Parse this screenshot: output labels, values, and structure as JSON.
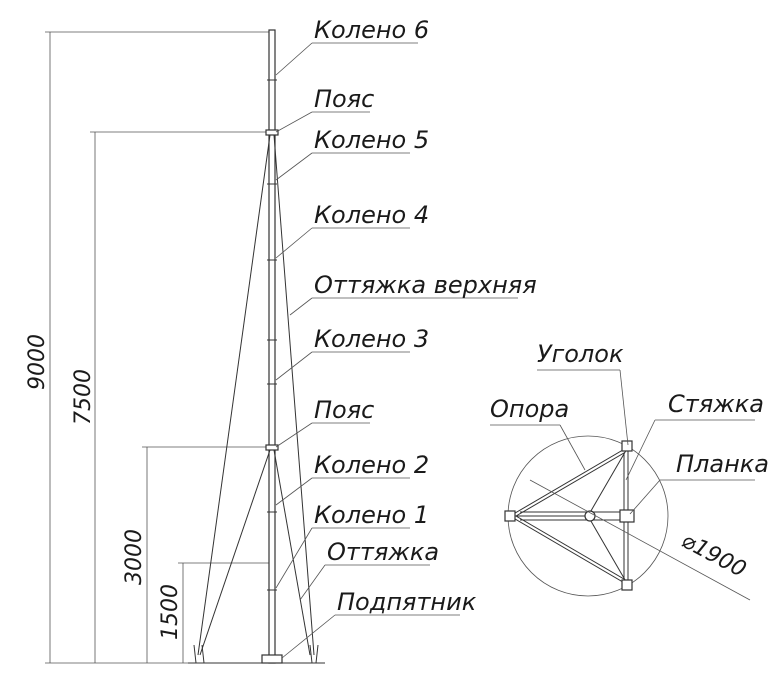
{
  "labels": {
    "koleno6": "Колено 6",
    "poyas_top": "Пояс",
    "koleno5": "Колено 5",
    "koleno4": "Колено 4",
    "ottyazhka_verkhnyaya": "Оттяжка верхняя",
    "koleno3": "Колено 3",
    "poyas_mid": "Пояс",
    "koleno2": "Колено 2",
    "koleno1": "Колено 1",
    "ottyazhka": "Оттяжка",
    "podpyatnik": "Подпятник",
    "ugolok": "Уголок",
    "opora": "Опора",
    "styazhka": "Стяжка",
    "planka": "Планка",
    "diameter": "⌀1900"
  },
  "dimensions": {
    "total": "9000",
    "upper_guy": "7500",
    "mid_guy": "3000",
    "low": "1500"
  }
}
